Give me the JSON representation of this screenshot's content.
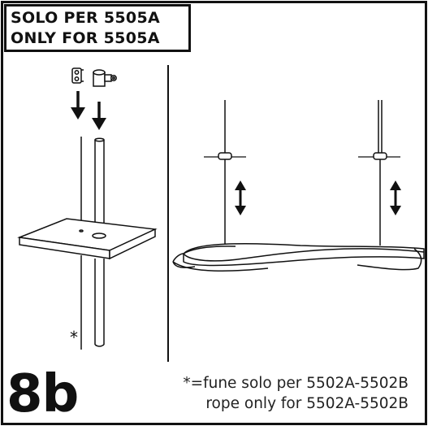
{
  "header_label": {
    "line1": "SOLO PER 5505A",
    "line2": "ONLY FOR 5505A"
  },
  "left_panel": {
    "asterisk": "*"
  },
  "step": {
    "number": "8b"
  },
  "footnote": {
    "line1": "*=fune solo per 5502A-5502B",
    "line2": "rope only for 5502A-5502B"
  }
}
